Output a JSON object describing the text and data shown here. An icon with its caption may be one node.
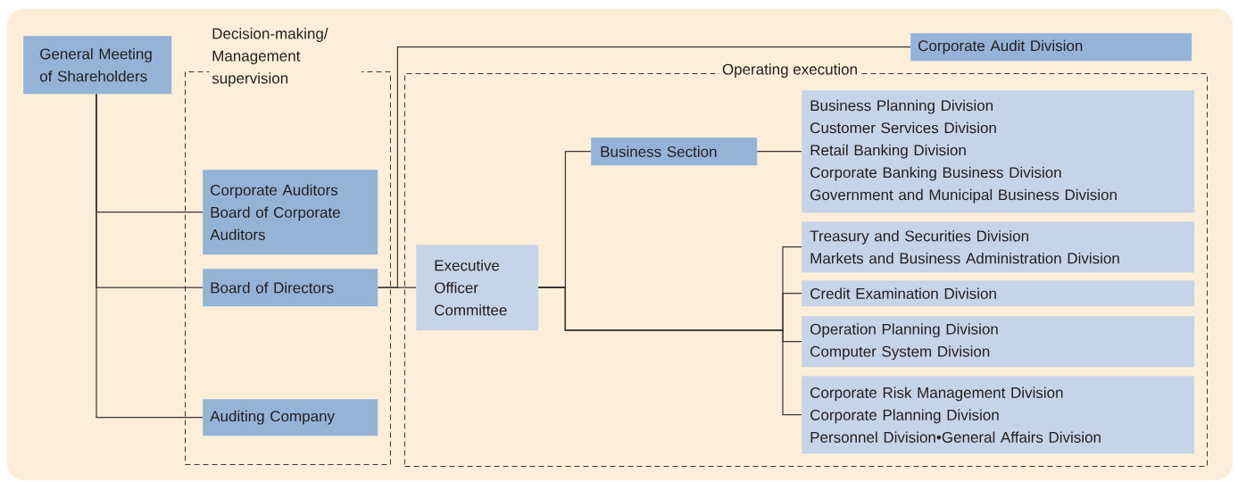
{
  "diagram": {
    "nodes": [
      {
        "text": [
          "General Meeting of Shareholders"
        ]
      },
      {
        "text": [
          "Decision-making/ Management supervision"
        ]
      },
      {
        "text": [
          "Corporate Auditors",
          "Board of Corporate Auditors"
        ],
        "in": 1
      },
      {
        "text": [
          "Board of Directors"
        ],
        "in": 1
      },
      {
        "text": [
          "Auditing Company"
        ],
        "in": 1
      },
      {
        "text": [
          "Corporate Audit Division"
        ]
      },
      {
        "text": [
          "Operating execution"
        ]
      },
      {
        "text": [
          "Executive Officer Committee"
        ],
        "in": 6
      },
      {
        "text": [
          "Business Section"
        ],
        "in": 6
      },
      {
        "text": [
          "Business Planning Division",
          "Customer Services Division",
          "Retail Banking Division",
          "Corporate Banking Business Division",
          "Government and Municipal Business Division"
        ],
        "in": 6
      },
      {
        "text": [
          "Treasury and Securities Division",
          "Markets and Business Administration Division"
        ],
        "in": 6
      },
      {
        "text": [
          "Credit Examination Division"
        ],
        "in": 6
      },
      {
        "text": [
          "Operation Planning Division",
          "Computer System Division"
        ],
        "in": 6
      },
      {
        "text": [
          "Corporate Risk Management Division",
          "Corporate Planning Division",
          "Personnel Division•General Affairs Division"
        ],
        "in": 6
      }
    ],
    "edges": [
      {
        "from": 0,
        "to": 2,
        "arrow": "none"
      },
      {
        "from": 0,
        "to": 3,
        "arrow": "none"
      },
      {
        "from": 0,
        "to": 4,
        "arrow": "none"
      },
      {
        "from": 3,
        "to": 7,
        "arrow": "none"
      },
      {
        "from": 3,
        "to": 5,
        "arrow": "none"
      },
      {
        "from": 7,
        "to": 8,
        "arrow": "none"
      },
      {
        "from": 8,
        "to": 9,
        "arrow": "none"
      },
      {
        "from": 7,
        "to": 10,
        "arrow": "none"
      },
      {
        "from": 7,
        "to": 11,
        "arrow": "none"
      },
      {
        "from": 7,
        "to": 12,
        "arrow": "none"
      },
      {
        "from": 7,
        "to": 13,
        "arrow": "none"
      }
    ]
  }
}
